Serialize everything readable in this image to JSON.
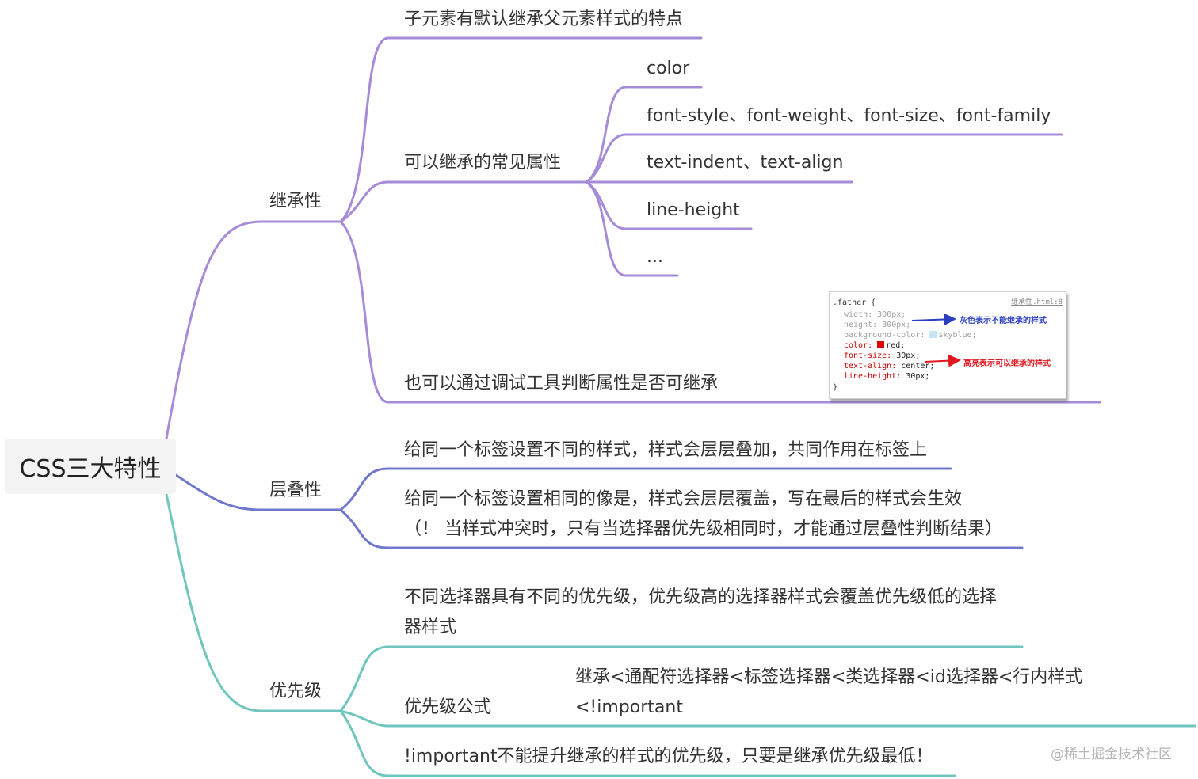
{
  "root": {
    "label": "CSS三大特性"
  },
  "colors": {
    "inherit": "#a58bd8",
    "cascade": "#7078cc",
    "priority": "#6fc6bf"
  },
  "inheritance": {
    "label": "继承性",
    "child_inherits": "子元素有默认继承父元素样式的特点",
    "common_props": {
      "label": "可以继承的常见属性",
      "items": [
        "color",
        "font-style、font-weight、font-size、font-family",
        "text-indent、text-align",
        "line-height",
        "..."
      ]
    },
    "devtools": {
      "label": "也可以通过调试工具判断属性是否可继承",
      "screenshot": {
        "selector": ".father {",
        "file": "继承性.html:8",
        "lines": [
          {
            "prop": "width:",
            "value": "300px;"
          },
          {
            "prop": "height:",
            "value": "300px;"
          },
          {
            "prop": "background-color:",
            "value": "skyblue;"
          },
          {
            "prop": "color:",
            "value": "red;"
          },
          {
            "prop": "font-size:",
            "value": "30px;"
          },
          {
            "prop": "text-align:",
            "value": "center;"
          },
          {
            "prop": "line-height:",
            "value": "30px;"
          }
        ],
        "closing": "}",
        "note_grey": "灰色表示不能继承的样式",
        "note_bright": "高亮表示可以继承的样式"
      }
    }
  },
  "cascade": {
    "label": "层叠性",
    "item1": "给同一个标签设置不同的样式，样式会层层叠加，共同作用在标签上",
    "item2_line1": "给同一个标签设置相同的像是，样式会层层覆盖，写在最后的样式会生效",
    "item2_line2": "（！ 当样式冲突时，只有当选择器优先级相同时，才能通过层叠性判断结果）"
  },
  "priority": {
    "label": "优先级",
    "item1_line1": "不同选择器具有不同的优先级，优先级高的选择器样式会覆盖优先级低的选择",
    "item1_line2": "器样式",
    "formula": {
      "label": "优先级公式",
      "line1": "继承<通配符选择器<标签选择器<类选择器<id选择器<行内样式",
      "line2": "<!important"
    },
    "item3": "!important不能提升继承的样式的优先级，只要是继承优先级最低！"
  },
  "watermark": "@稀土掘金技术社区"
}
